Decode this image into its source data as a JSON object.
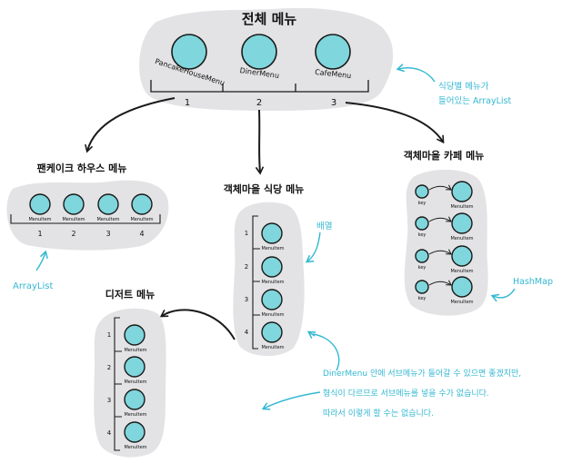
{
  "colors": {
    "blob": "#e3e3e5",
    "node": "#7fd6dc",
    "stroke": "#1a1a1a",
    "accent": "#33b8d2"
  },
  "all_menus": {
    "title": "전체 메뉴",
    "items": [
      {
        "label": "PancakeHouseMenu",
        "index": "1"
      },
      {
        "label": "DinerMenu",
        "index": "2"
      },
      {
        "label": "CafeMenu",
        "index": "3"
      }
    ]
  },
  "note_arraylist_menus": {
    "line1": "식당별 메뉴가",
    "line2": "들어있는 ArrayList"
  },
  "pancake": {
    "title": "팬케이크 하우스 메뉴",
    "item_label": "MenuItem",
    "indexes": [
      "1",
      "2",
      "3",
      "4"
    ]
  },
  "note_arraylist": "ArrayList",
  "diner": {
    "title": "객체마을 식당 메뉴",
    "item_label": "MenuItem",
    "indexes": [
      "1",
      "2",
      "3",
      "4"
    ]
  },
  "note_array": "배열",
  "cafe": {
    "title": "객체마을 카페 메뉴",
    "key_label": "key",
    "item_label": "MenuItem",
    "rows": 4
  },
  "note_hashmap": "HashMap",
  "dessert": {
    "title": "디저트 메뉴",
    "item_label": "MenuItem",
    "indexes": [
      "1",
      "2",
      "3",
      "4"
    ]
  },
  "note_bottom": {
    "line1": "DinerMenu 안에 서브메뉴가 들어갈 수 있으면 좋겠지만,",
    "line2": "형식이 다르므로 서브메뉴를 넣을 수가 없습니다.",
    "line3": "따라서 이렇게 할 수는 없습니다."
  }
}
